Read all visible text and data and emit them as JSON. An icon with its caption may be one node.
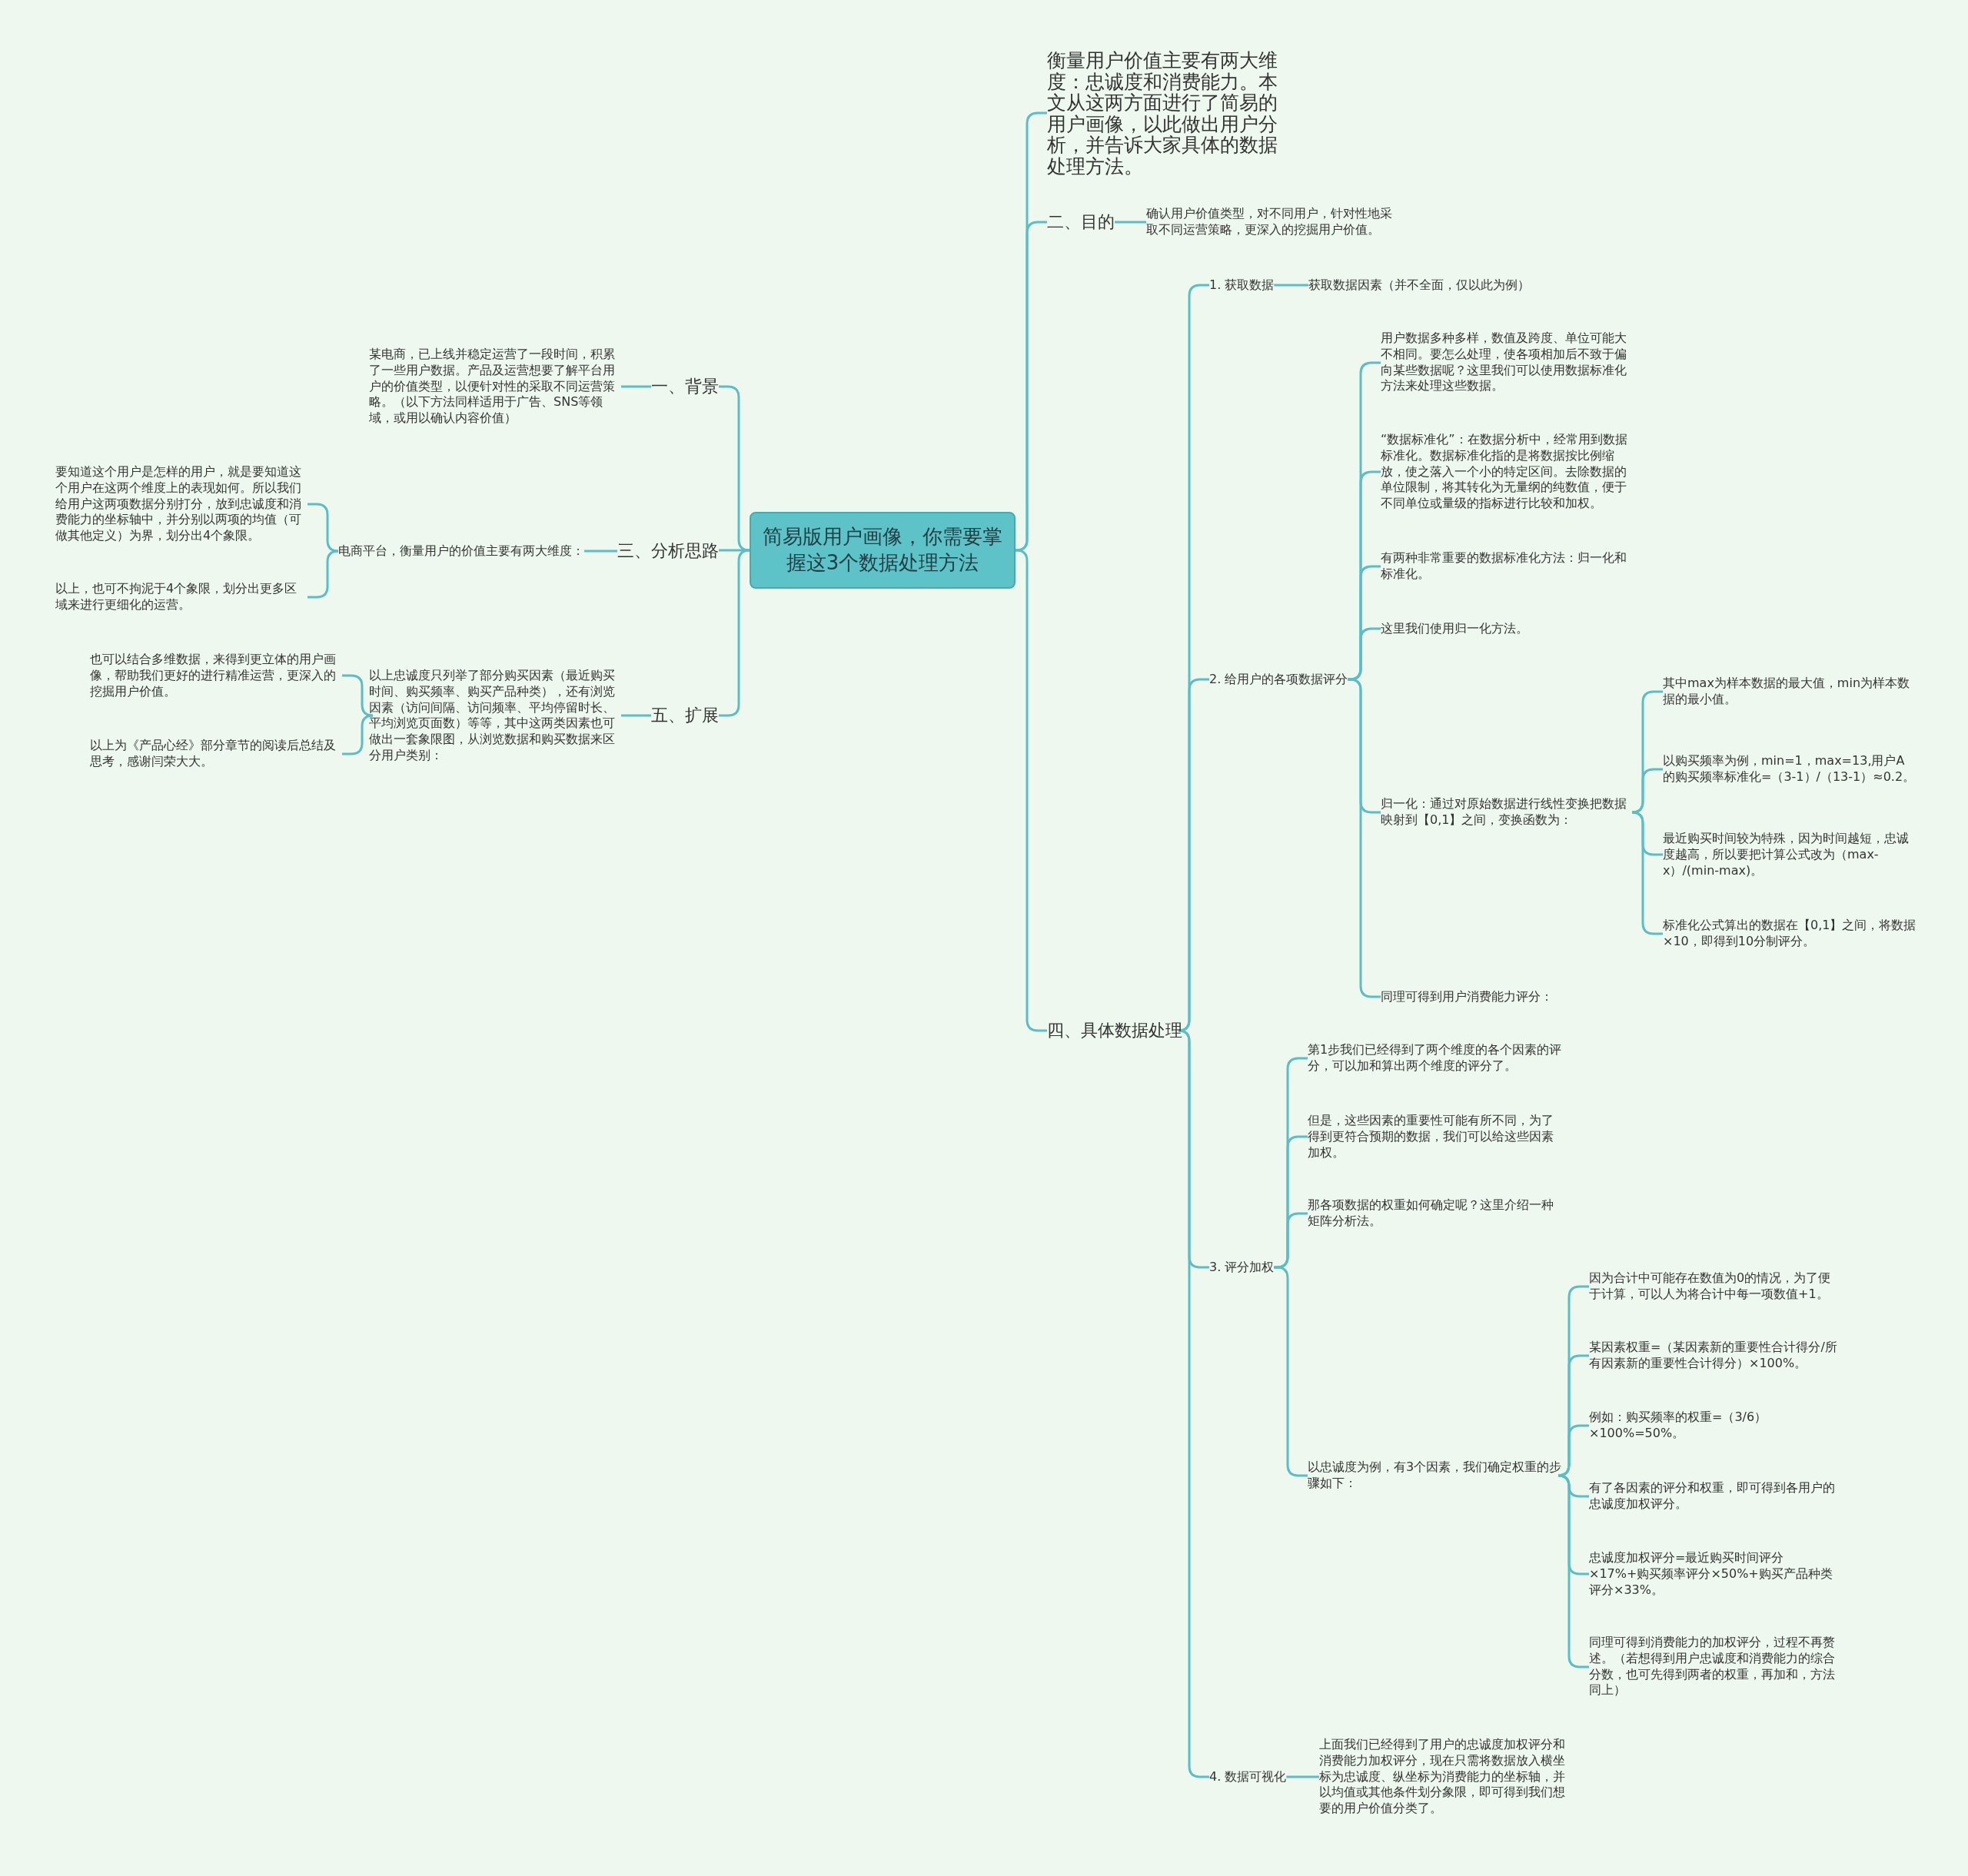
{
  "diagram": {
    "nodes": [
      {
        "text": [
          "简易版用户画像，你需要掌握这3个数据处理方法"
        ]
      },
      {
        "text": [
          "衡量用户价值主要有两大维度：忠诚度和消费能力。本文从这两方面进行了简易的用户画像，以此做出用户分析，并告诉大家具体的数据处理方法。"
        ]
      },
      {
        "text": [
          "二、目的"
        ]
      },
      {
        "text": [
          "确认用户价值类型，对不同用户，针对性地采取不同运营策略，更深入的挖掘用户价值。"
        ]
      },
      {
        "text": [
          "四、具体数据处理"
        ]
      },
      {
        "text": [
          "1. 获取数据"
        ]
      },
      {
        "text": [
          "获取数据因素（并不全面，仅以此为例）"
        ]
      },
      {
        "text": [
          "2. 给用户的各项数据评分"
        ]
      },
      {
        "text": [
          "用户数据多种多样，数值及跨度、单位可能大不相同。要怎么处理，使各项相加后不致于偏向某些数据呢？这里我们可以使用数据标准化方法来处理这些数据。"
        ]
      },
      {
        "text": [
          "“数据标准化”：在数据分析中，经常用到数据标准化。数据标准化指的是将数据按比例缩放，使之落入一个小的特定区间。去除数据的单位限制，将其转化为无量纲的纯数值，便于不同单位或量级的指标进行比较和加权。"
        ]
      },
      {
        "text": [
          "有两种非常重要的数据标准化方法：归一化和标准化。"
        ]
      },
      {
        "text": [
          "这里我们使用归一化方法。"
        ]
      },
      {
        "text": [
          "归一化：通过对原始数据进行线性变换把数据映射到【0,1】之间，变换函数为："
        ]
      },
      {
        "text": [
          "其中max为样本数据的最大值，min为样本数据的最小值。"
        ]
      },
      {
        "text": [
          "以购买频率为例，min=1，max=13,用户A的购买频率标准化=（3-1）/（13-1）≈0.2。"
        ]
      },
      {
        "text": [
          "最近购买时间较为特殊，因为时间越短，忠诚度越高，所以要把计算公式改为（max-x）/(min-max)。"
        ]
      },
      {
        "text": [
          "标准化公式算出的数据在【0,1】之间，将数据×10，即得到10分制评分。"
        ]
      },
      {
        "text": [
          "同理可得到用户消费能力评分："
        ]
      },
      {
        "text": [
          "3. 评分加权"
        ]
      },
      {
        "text": [
          "第1步我们已经得到了两个维度的各个因素的评分，可以加和算出两个维度的评分了。"
        ]
      },
      {
        "text": [
          "但是，这些因素的重要性可能有所不同，为了得到更符合预期的数据，我们可以给这些因素加权。"
        ]
      },
      {
        "text": [
          "那各项数据的权重如何确定呢？这里介绍一种矩阵分析法。"
        ]
      },
      {
        "text": [
          "以忠诚度为例，有3个因素，我们确定权重的步骤如下："
        ]
      },
      {
        "text": [
          "因为合计中可能存在数值为0的情况，为了便于计算，可以人为将合计中每一项数值+1。"
        ]
      },
      {
        "text": [
          "某因素权重=（某因素新的重要性合计得分/所有因素新的重要性合计得分）×100%。"
        ]
      },
      {
        "text": [
          "例如：购买频率的权重=（3/6）×100%=50%。"
        ]
      },
      {
        "text": [
          "有了各因素的评分和权重，即可得到各用户的忠诚度加权评分。"
        ]
      },
      {
        "text": [
          "忠诚度加权评分=最近购买时间评分×17%+购买频率评分×50%+购买产品种类评分×33%。"
        ]
      },
      {
        "text": [
          "同理可得到消费能力的加权评分，过程不再赘述。（若想得到用户忠诚度和消费能力的综合分数，也可先得到两者的权重，再加和，方法同上）"
        ]
      },
      {
        "text": [
          "4. 数据可视化"
        ]
      },
      {
        "text": [
          "上面我们已经得到了用户的忠诚度加权评分和消费能力加权评分，现在只需将数据放入横坐标为忠诚度、纵坐标为消费能力的坐标轴，并以均值或其他条件划分象限，即可得到我们想要的用户价值分类了。"
        ]
      },
      {
        "text": [
          "一、背景"
        ]
      },
      {
        "text": [
          "某电商，已上线并稳定运营了一段时间，积累了一些用户数据。产品及运营想要了解平台用户的价值类型，以便针对性的采取不同运营策略。（以下方法同样适用于广告、SNS等领域，或用以确认内容价值）"
        ]
      },
      {
        "text": [
          "三、分析思路"
        ]
      },
      {
        "text": [
          "电商平台，衡量用户的价值主要有两大维度："
        ]
      },
      {
        "text": [
          "要知道这个用户是怎样的用户，就是要知道这个用户在这两个维度上的表现如何。所以我们给用户这两项数据分别打分，放到忠诚度和消费能力的坐标轴中，并分别以两项的均值（可做其他定义）为界，划分出4个象限。"
        ]
      },
      {
        "text": [
          "以上，也可不拘泥于4个象限，划分出更多区域来进行更细化的运营。"
        ]
      },
      {
        "text": [
          "五、扩展"
        ]
      },
      {
        "text": [
          "以上忠诚度只列举了部分购买因素（最近购买时间、购买频率、购买产品种类），还有浏览因素（访问间隔、访问频率、平均停留时长、平均浏览页面数）等等，其中这两类因素也可做出一套象限图，从浏览数据和购买数据来区分用户类别："
        ]
      },
      {
        "text": [
          "也可以结合多维数据，来得到更立体的用户画像，帮助我们更好的进行精准运营，更深入的挖掘用户价值。"
        ]
      },
      {
        "text": [
          "以上为《产品心经》部分章节的阅读后总结及思考，感谢闫荣大大。"
        ]
      }
    ],
    "edges": [
      {
        "from": 0,
        "to": 1,
        "arrow": "none"
      },
      {
        "from": 0,
        "to": 2,
        "arrow": "none"
      },
      {
        "from": 2,
        "to": 3,
        "arrow": "none"
      },
      {
        "from": 0,
        "to": 4,
        "arrow": "none"
      },
      {
        "from": 4,
        "to": 5,
        "arrow": "none"
      },
      {
        "from": 5,
        "to": 6,
        "arrow": "none"
      },
      {
        "from": 4,
        "to": 7,
        "arrow": "none"
      },
      {
        "from": 7,
        "to": 8,
        "arrow": "none"
      },
      {
        "from": 7,
        "to": 9,
        "arrow": "none"
      },
      {
        "from": 7,
        "to": 10,
        "arrow": "none"
      },
      {
        "from": 7,
        "to": 11,
        "arrow": "none"
      },
      {
        "from": 7,
        "to": 12,
        "arrow": "none"
      },
      {
        "from": 12,
        "to": 13,
        "arrow": "none"
      },
      {
        "from": 12,
        "to": 14,
        "arrow": "none"
      },
      {
        "from": 12,
        "to": 15,
        "arrow": "none"
      },
      {
        "from": 12,
        "to": 16,
        "arrow": "none"
      },
      {
        "from": 7,
        "to": 17,
        "arrow": "none"
      },
      {
        "from": 4,
        "to": 18,
        "arrow": "none"
      },
      {
        "from": 18,
        "to": 19,
        "arrow": "none"
      },
      {
        "from": 18,
        "to": 20,
        "arrow": "none"
      },
      {
        "from": 18,
        "to": 21,
        "arrow": "none"
      },
      {
        "from": 18,
        "to": 22,
        "arrow": "none"
      },
      {
        "from": 22,
        "to": 23,
        "arrow": "none"
      },
      {
        "from": 22,
        "to": 24,
        "arrow": "none"
      },
      {
        "from": 22,
        "to": 25,
        "arrow": "none"
      },
      {
        "from": 22,
        "to": 26,
        "arrow": "none"
      },
      {
        "from": 22,
        "to": 27,
        "arrow": "none"
      },
      {
        "from": 22,
        "to": 28,
        "arrow": "none"
      },
      {
        "from": 4,
        "to": 29,
        "arrow": "none"
      },
      {
        "from": 29,
        "to": 30,
        "arrow": "none"
      },
      {
        "from": 0,
        "to": 31,
        "arrow": "none"
      },
      {
        "from": 31,
        "to": 32,
        "arrow": "none"
      },
      {
        "from": 0,
        "to": 33,
        "arrow": "none"
      },
      {
        "from": 33,
        "to": 34,
        "arrow": "none"
      },
      {
        "from": 34,
        "to": 35,
        "arrow": "none"
      },
      {
        "from": 34,
        "to": 36,
        "arrow": "none"
      },
      {
        "from": 0,
        "to": 37,
        "arrow": "none"
      },
      {
        "from": 37,
        "to": 38,
        "arrow": "none"
      },
      {
        "from": 38,
        "to": 39,
        "arrow": "none"
      },
      {
        "from": 38,
        "to": 40,
        "arrow": "none"
      }
    ]
  }
}
